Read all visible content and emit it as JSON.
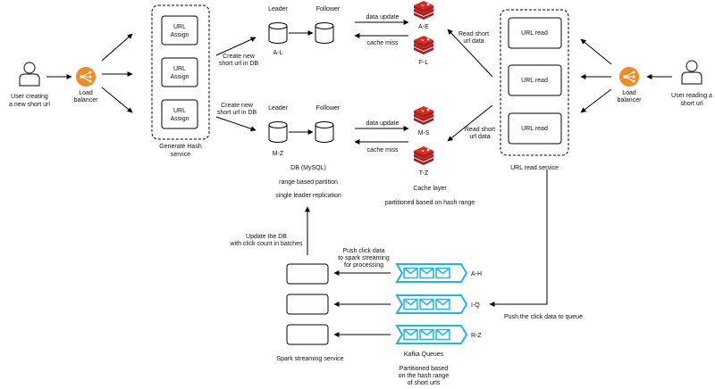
{
  "colors": {
    "load_balancer": "#f08a24",
    "cache": "#c0292b",
    "kafka": "#1cb7e5"
  },
  "icons": {
    "user": "user-icon",
    "load_balancer": "load-balancer-icon",
    "database": "database-icon",
    "cache": "redis-cache-icon",
    "queue": "message-queue-icon"
  },
  "writer": {
    "user_line1": "User creating",
    "user_line2": "a new short url",
    "lb_line1": "Load",
    "lb_line2": "balancer"
  },
  "hash_service": {
    "boxes": [
      {
        "line1": "URL",
        "line2": "Assign"
      },
      {
        "line1": "URL",
        "line2": "Assign"
      },
      {
        "line1": "URL",
        "line2": "Assign"
      }
    ],
    "label_line1": "Generate Hash",
    "label_line2": "service"
  },
  "db": {
    "create_line1": "Create new",
    "create_line2": "short url in DB",
    "leader": "Leader",
    "follower": "Follower",
    "shard1": "A-L",
    "shard2": "M-Z",
    "title": "DB (MySQL)",
    "note1": "range based partition",
    "note2": "single leader replication"
  },
  "cache": {
    "data_update": "data update",
    "cache_miss": "cache miss",
    "nodes": [
      "A-E",
      "F-L",
      "M-S",
      "T-Z"
    ],
    "title": "Cache layer",
    "note": "partitioned based on hash range",
    "read_line1": "Read short",
    "read_line2": "url data"
  },
  "read_service": {
    "boxes": [
      "URL read",
      "URL read",
      "URL read"
    ],
    "label": "URL read service"
  },
  "reader": {
    "user_line1": "User reading a",
    "user_line2": "short url",
    "lb_line1": "Load",
    "lb_line2": "balancer"
  },
  "spark": {
    "update_line1": "Update the DB",
    "update_line2": "with click count in batches",
    "push_line1": "Push click data",
    "push_line2": "to spark streaming",
    "push_line3": "for processing",
    "label": "Spark streaming service"
  },
  "kafka": {
    "queues": [
      "A-H",
      "I-Q",
      "R-Z"
    ],
    "title": "Kafka Queues",
    "note_line1": "Partitioned based",
    "note_line2": "on the hash range",
    "note_line3": "of short urls",
    "push_queue": "Push the click data to queue"
  }
}
